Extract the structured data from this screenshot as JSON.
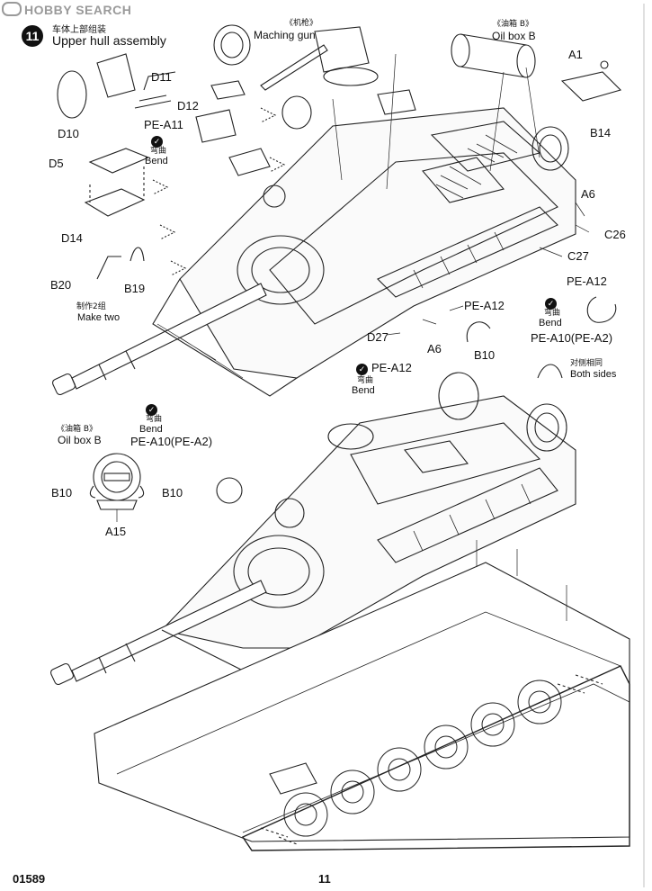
{
  "watermark": "HOBBY SEARCH",
  "step": {
    "number": "11",
    "title_cn": "车体上部组装",
    "title_en": "Upper hull assembly"
  },
  "top": {
    "mg_cn": "《机枪》",
    "mg_en": "Maching gun",
    "oilbox_cn": "《油箱 B》",
    "oilbox_en": "Oil box B",
    "a1": "A1",
    "b14": "B14",
    "d11": "D11",
    "d12": "D12",
    "d10": "D10",
    "pe_a11": "PE-A11",
    "bend_cn": "弯曲",
    "bend_en": "Bend",
    "d5": "D5",
    "d14": "D14",
    "a6_right": "A6",
    "c26": "C26",
    "c27": "C27",
    "pe_a12_right": "PE-A12",
    "b20": "B20",
    "b19": "B19",
    "make_two_cn": "制作2组",
    "make_two_en": "Make two",
    "pe_a12_mid": "PE-A12",
    "bend2_cn": "弯曲",
    "bend2_en": "Bend",
    "d27": "D27",
    "a6_mid": "A6",
    "pe_a10_right": "PE-A10(PE-A2)",
    "b10_right": "B10",
    "both_sides_cn": "对侧相同",
    "both_sides_en": "Both sides",
    "pe_a12_low": "PE-A12",
    "bend3_cn": "弯曲",
    "bend3_en": "Bend"
  },
  "detail": {
    "bend_cn": "弯曲",
    "bend_en": "Bend",
    "pe_a10": "PE-A10(PE-A2)",
    "oilbox_cn": "《油箱 B》",
    "oilbox_en": "Oil box B",
    "b10_left": "B10",
    "b10_right": "B10",
    "a15": "A15"
  },
  "footer": {
    "kit_number": "01589",
    "page_number": "11"
  }
}
